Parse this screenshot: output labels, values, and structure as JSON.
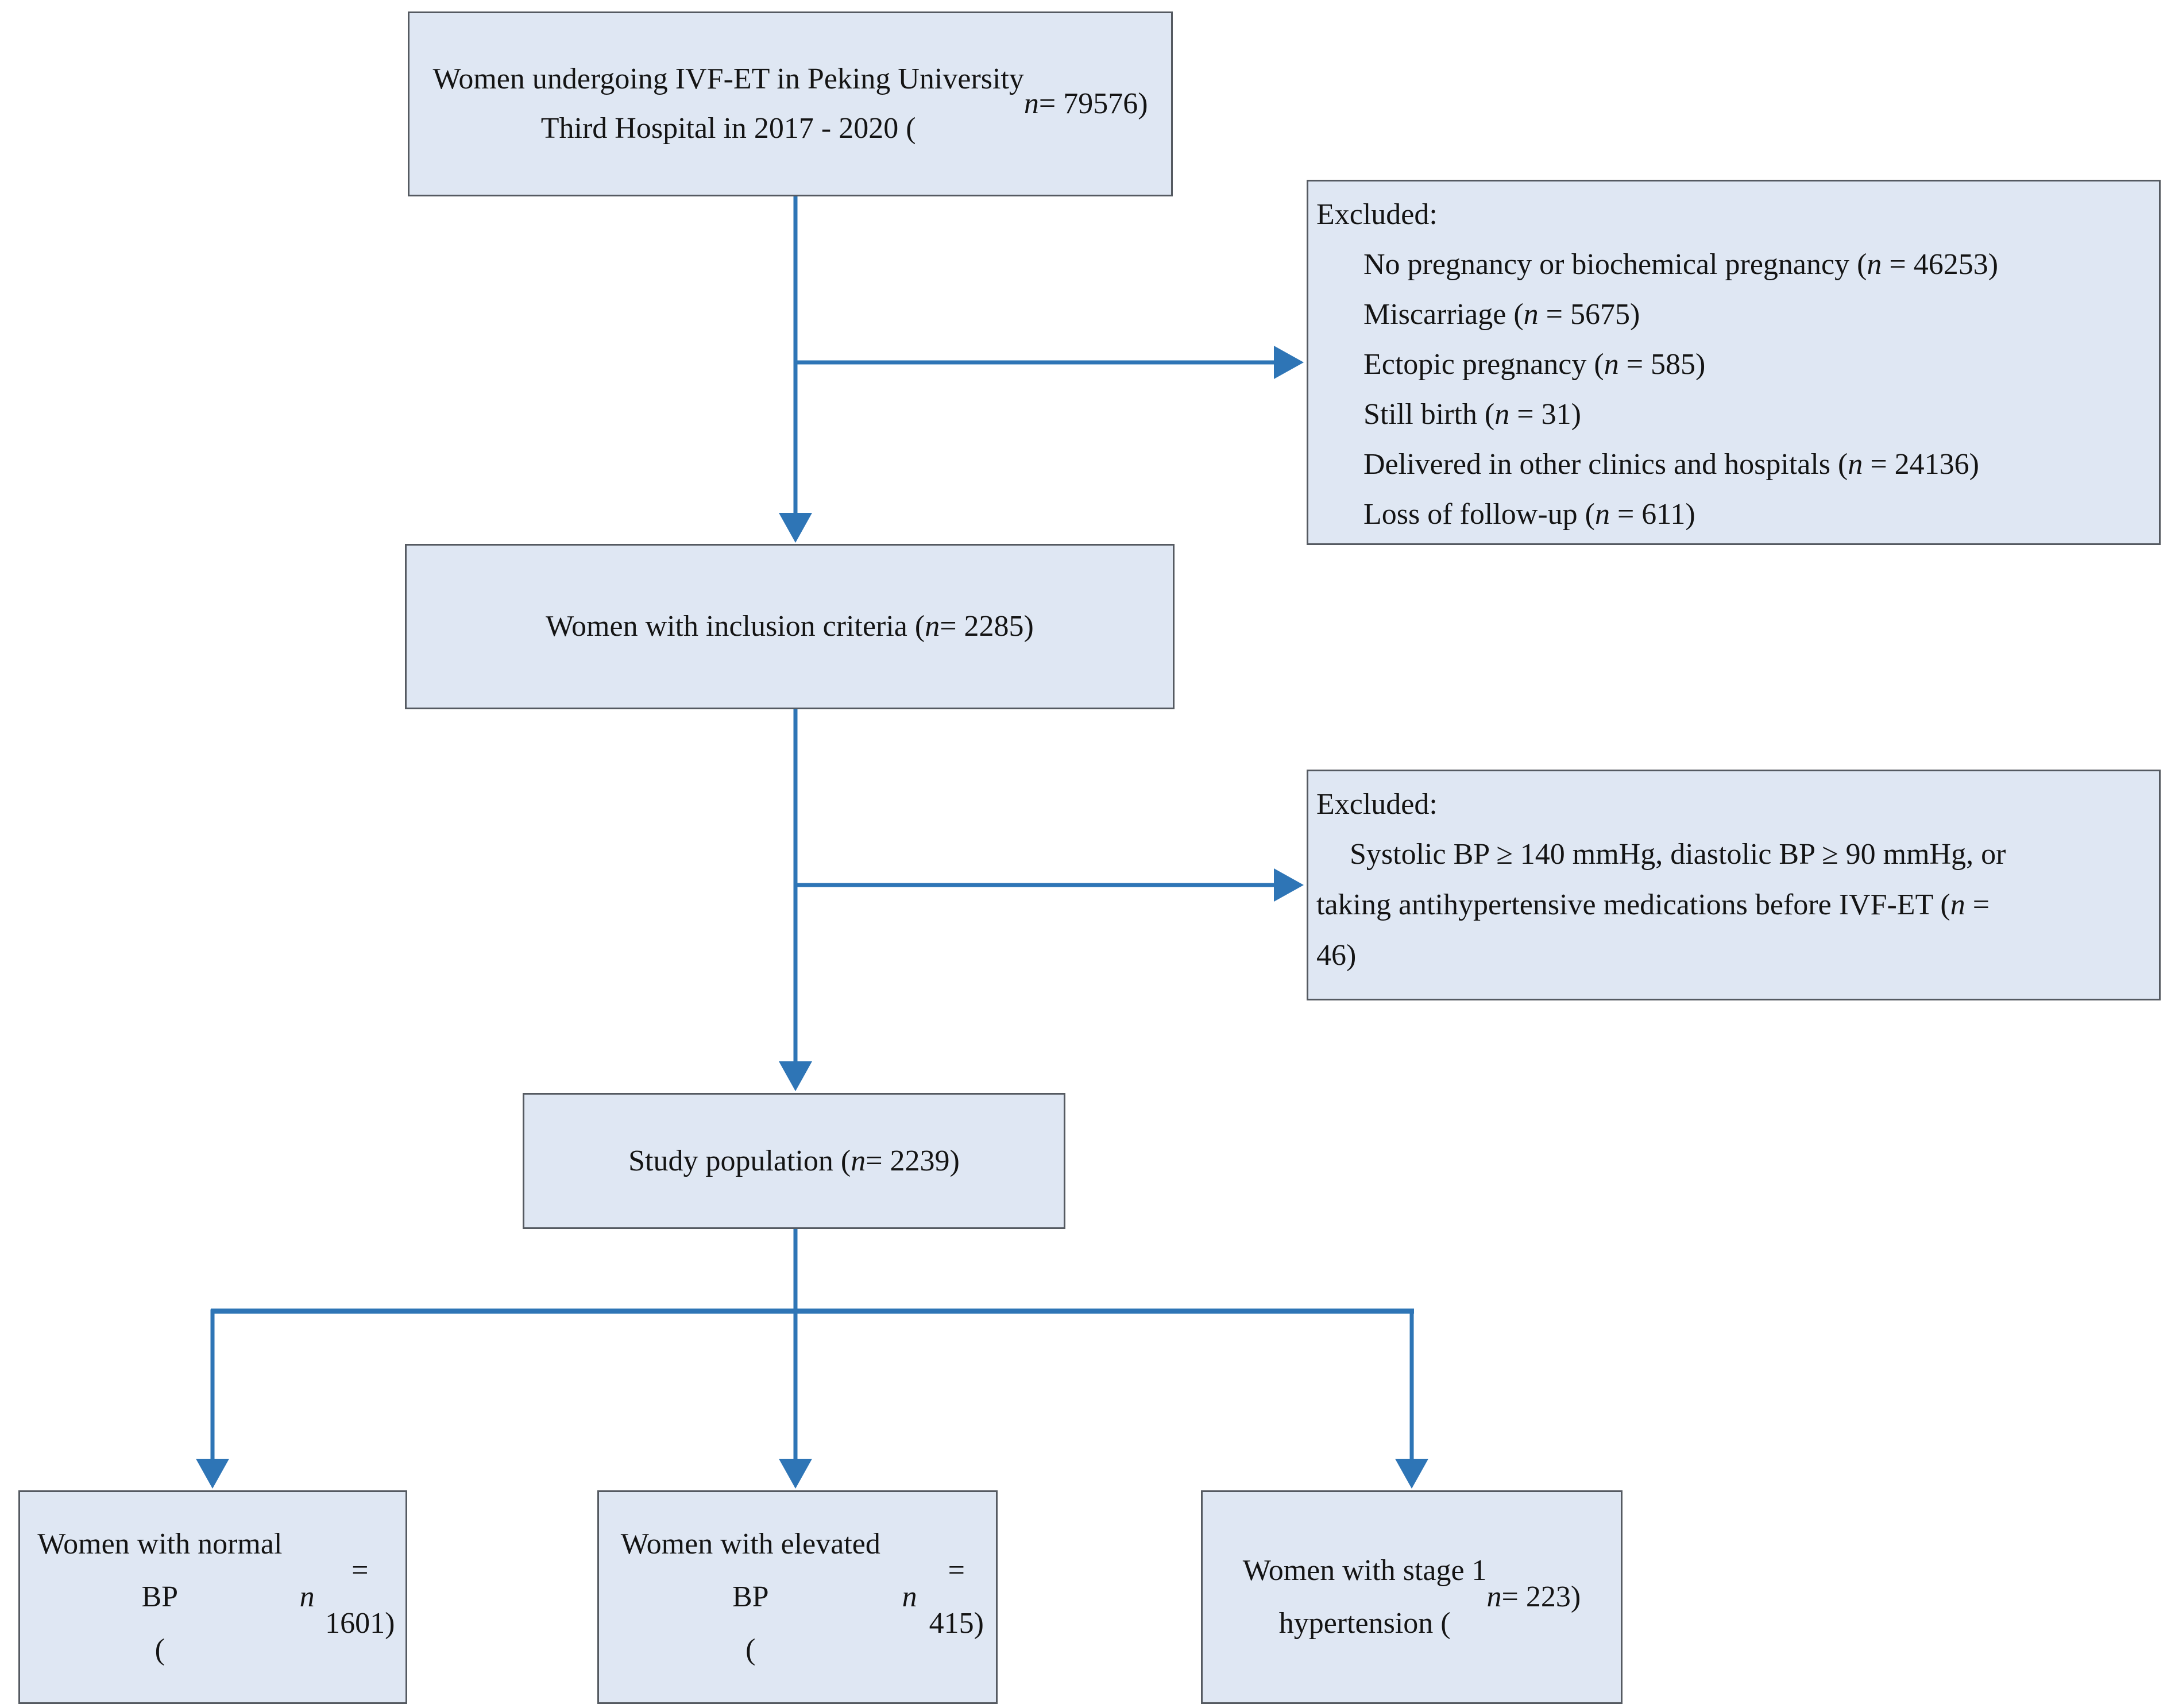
{
  "colors": {
    "arrow": "#2e75b6",
    "box_fill": "#dfe7f3",
    "box_border": "#555a61",
    "text": "#141414"
  },
  "flow": {
    "top": {
      "text": "Women undergoing IVF-ET in Peking University\nThird Hospital in 2017 - 2020 (n = 79576)"
    },
    "excluded1": {
      "heading": "Excluded:",
      "items": [
        "No pregnancy or biochemical pregnancy (n = 46253)",
        "Miscarriage (n = 5675)",
        "Ectopic pregnancy (n = 585)",
        "Still birth (n = 31)",
        "Delivered in other clinics and hospitals (n = 24136)",
        "Loss of follow-up (n = 611)"
      ]
    },
    "inclusion": {
      "text": "Women with inclusion criteria (n = 2285)"
    },
    "excluded2": {
      "heading": "Excluded:",
      "body": "Systolic BP ≥ 140 mmHg, diastolic BP ≥ 90 mmHg, or\ntaking antihypertensive medications before IVF-ET (n =\n46)"
    },
    "study": {
      "text": "Study population (n = 2239)"
    },
    "normal_bp": {
      "text": "Women with normal BP\n(n = 1601)"
    },
    "elevated_bp": {
      "text": "Women with elevated BP\n(n = 415)"
    },
    "stage1_htn": {
      "text": "Women with stage 1\nhypertension (n = 223)"
    }
  }
}
